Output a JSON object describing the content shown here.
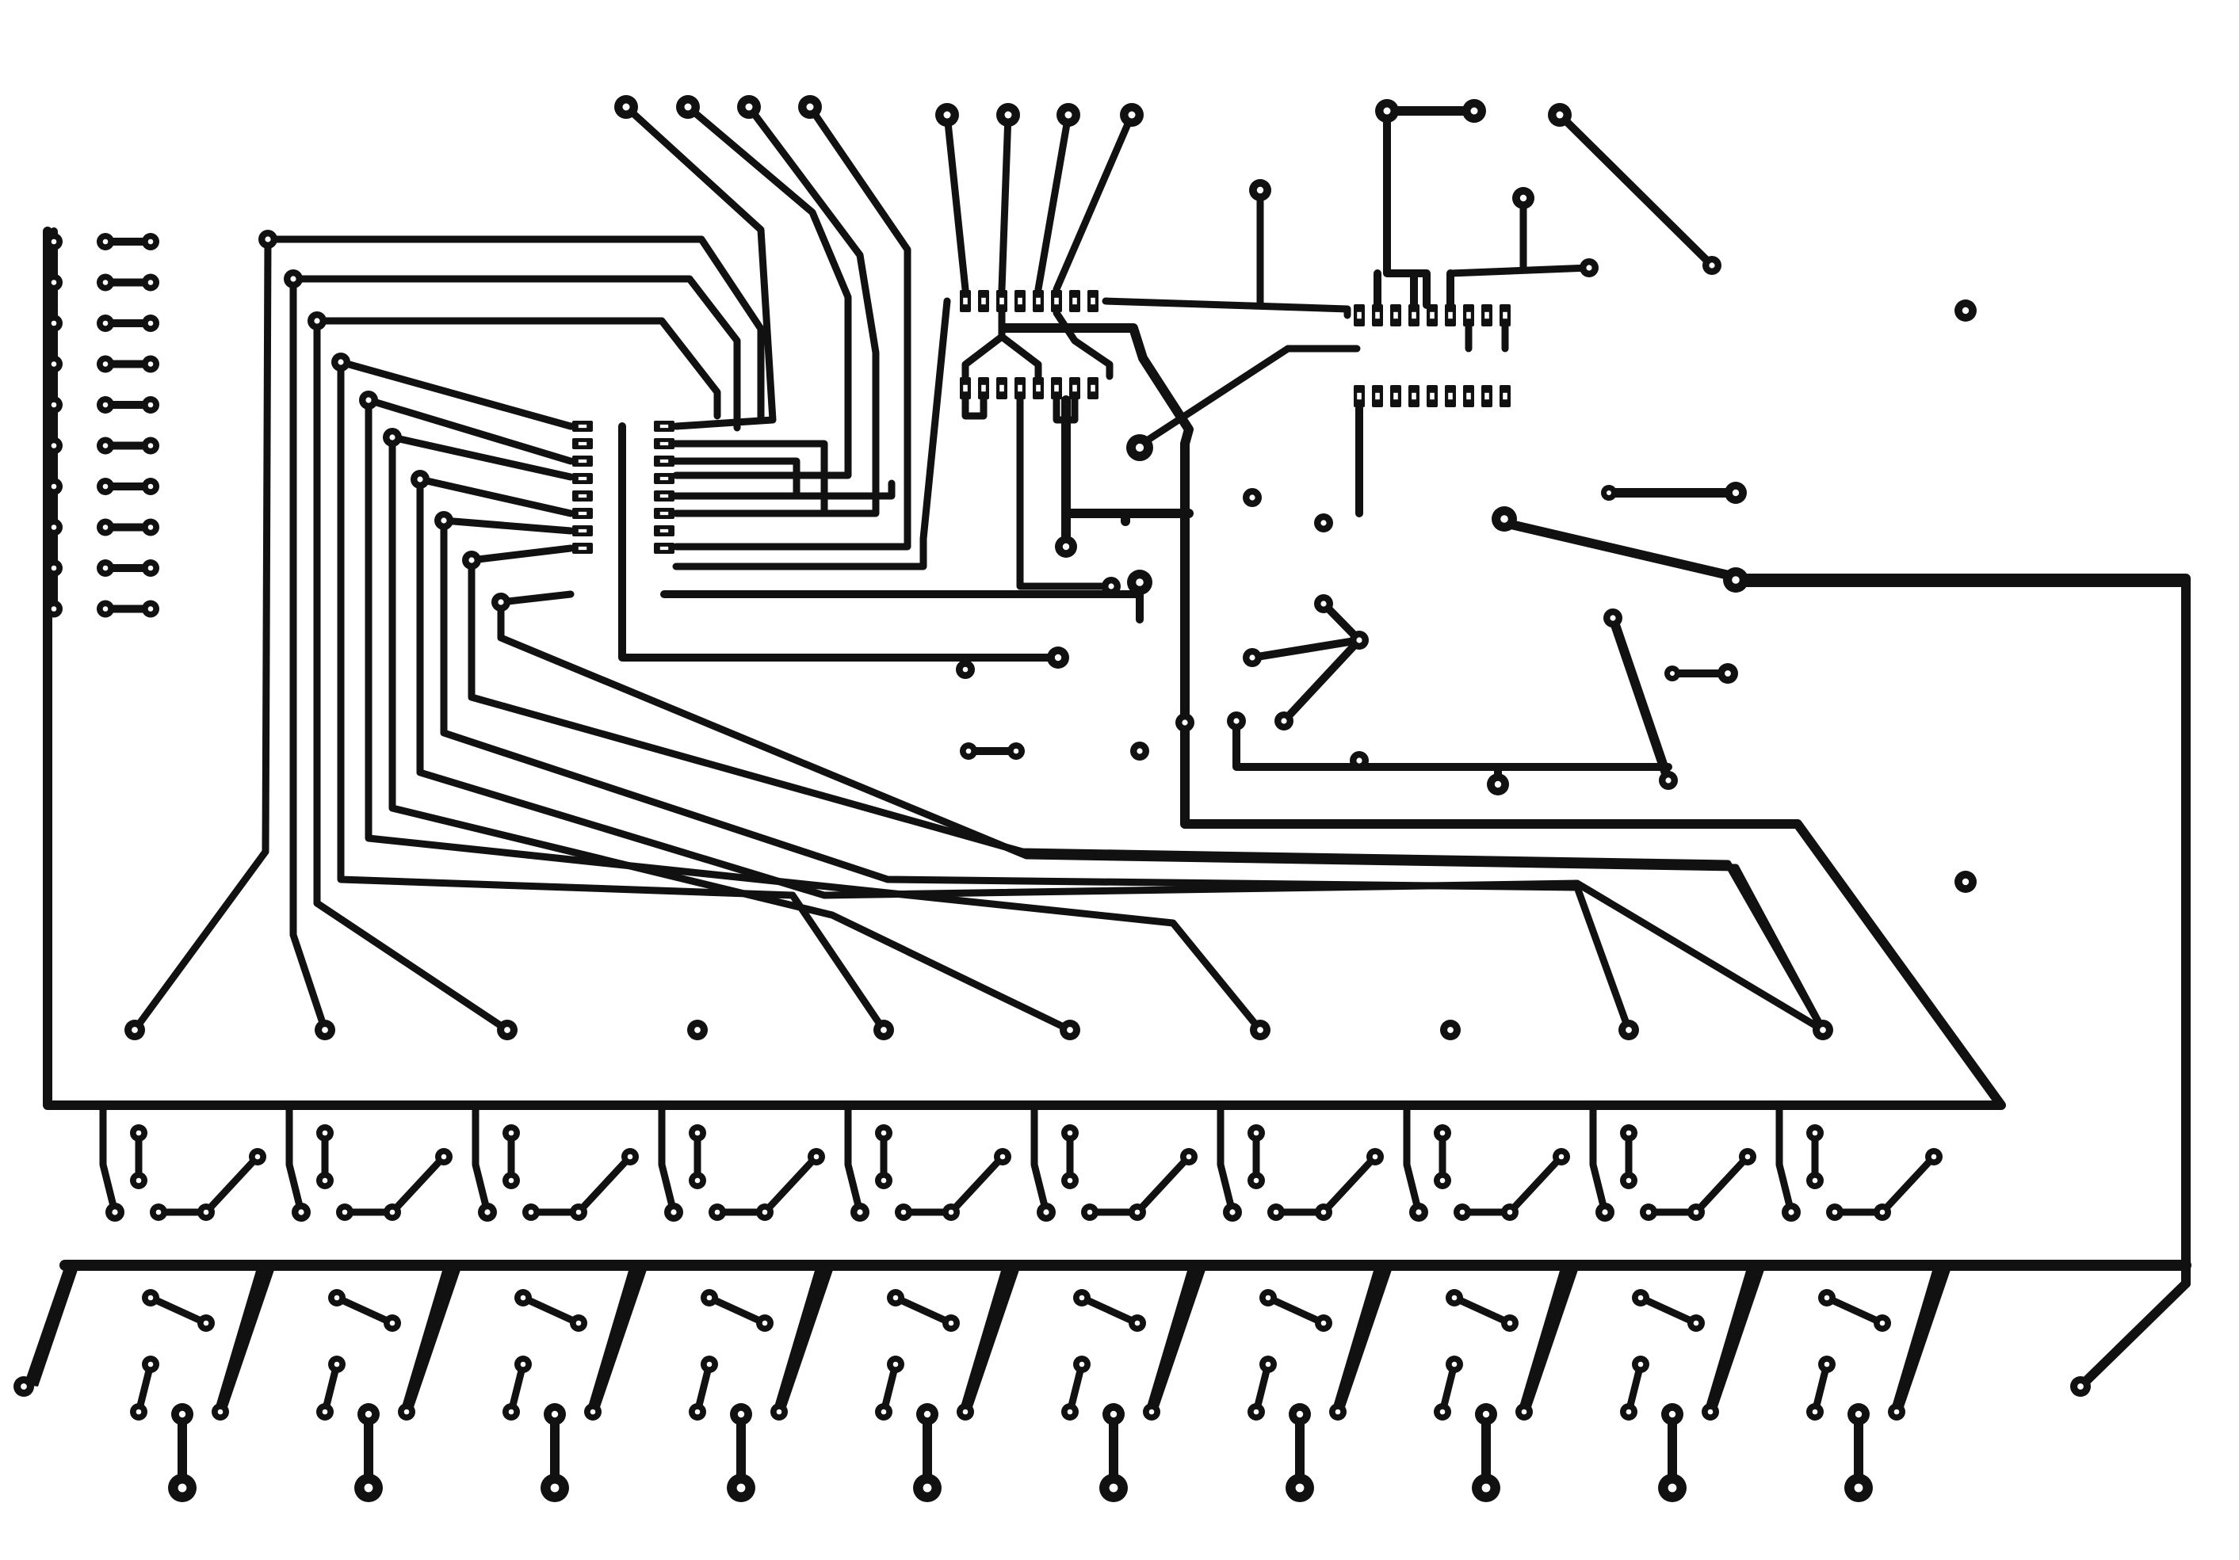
{
  "diagram": {
    "kind": "pcb-artwork",
    "colors": {
      "copper": "#111111",
      "board": "#ffffff",
      "drill": "#ffffff"
    },
    "text_labels": [],
    "components": {
      "ic_chips": 3,
      "switch_channels": 10,
      "relay_channels": 10,
      "header_pins": 10
    }
  }
}
